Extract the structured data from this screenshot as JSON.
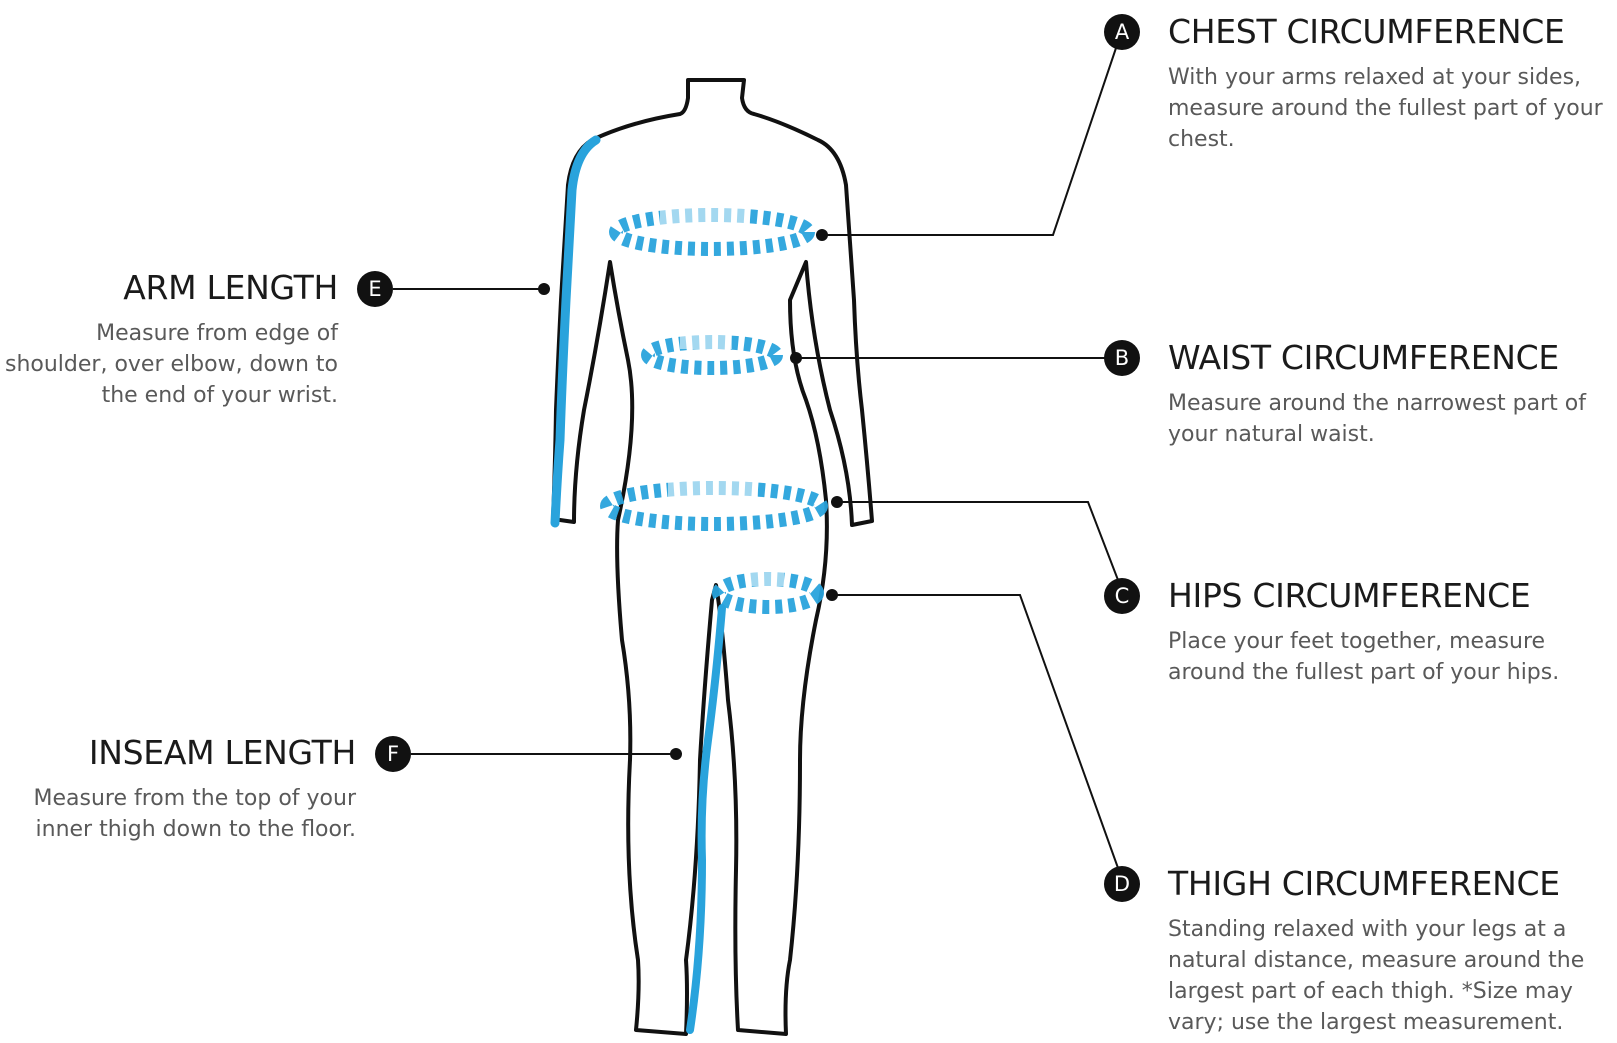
{
  "colors": {
    "accent_blue": "#29a3dc",
    "outline": "#111111",
    "text_title": "#1a1a1a",
    "text_body": "#595959"
  },
  "measurements": [
    {
      "letter": "A",
      "title": "CHEST CIRCUMFERENCE",
      "description": "With your arms relaxed at your sides, measure around the fullest part of your chest."
    },
    {
      "letter": "B",
      "title": "WAIST CIRCUMFERENCE",
      "description": "Measure around the narrowest part of your natural waist."
    },
    {
      "letter": "C",
      "title": "HIPS CIRCUMFERENCE",
      "description": "Place your feet together, measure around the fullest part of your hips."
    },
    {
      "letter": "D",
      "title": "THIGH CIRCUMFERENCE",
      "description": "Standing relaxed with your legs at a natural distance, measure around the largest part of each thigh. *Size may vary; use the largest measurement."
    },
    {
      "letter": "E",
      "title": "ARM LENGTH",
      "description": "Measure from edge of shoulder, over elbow, down to the end of your wrist."
    },
    {
      "letter": "F",
      "title": "INSEAM LENGTH",
      "description": "Measure from the top of your inner thigh down to the floor."
    }
  ]
}
